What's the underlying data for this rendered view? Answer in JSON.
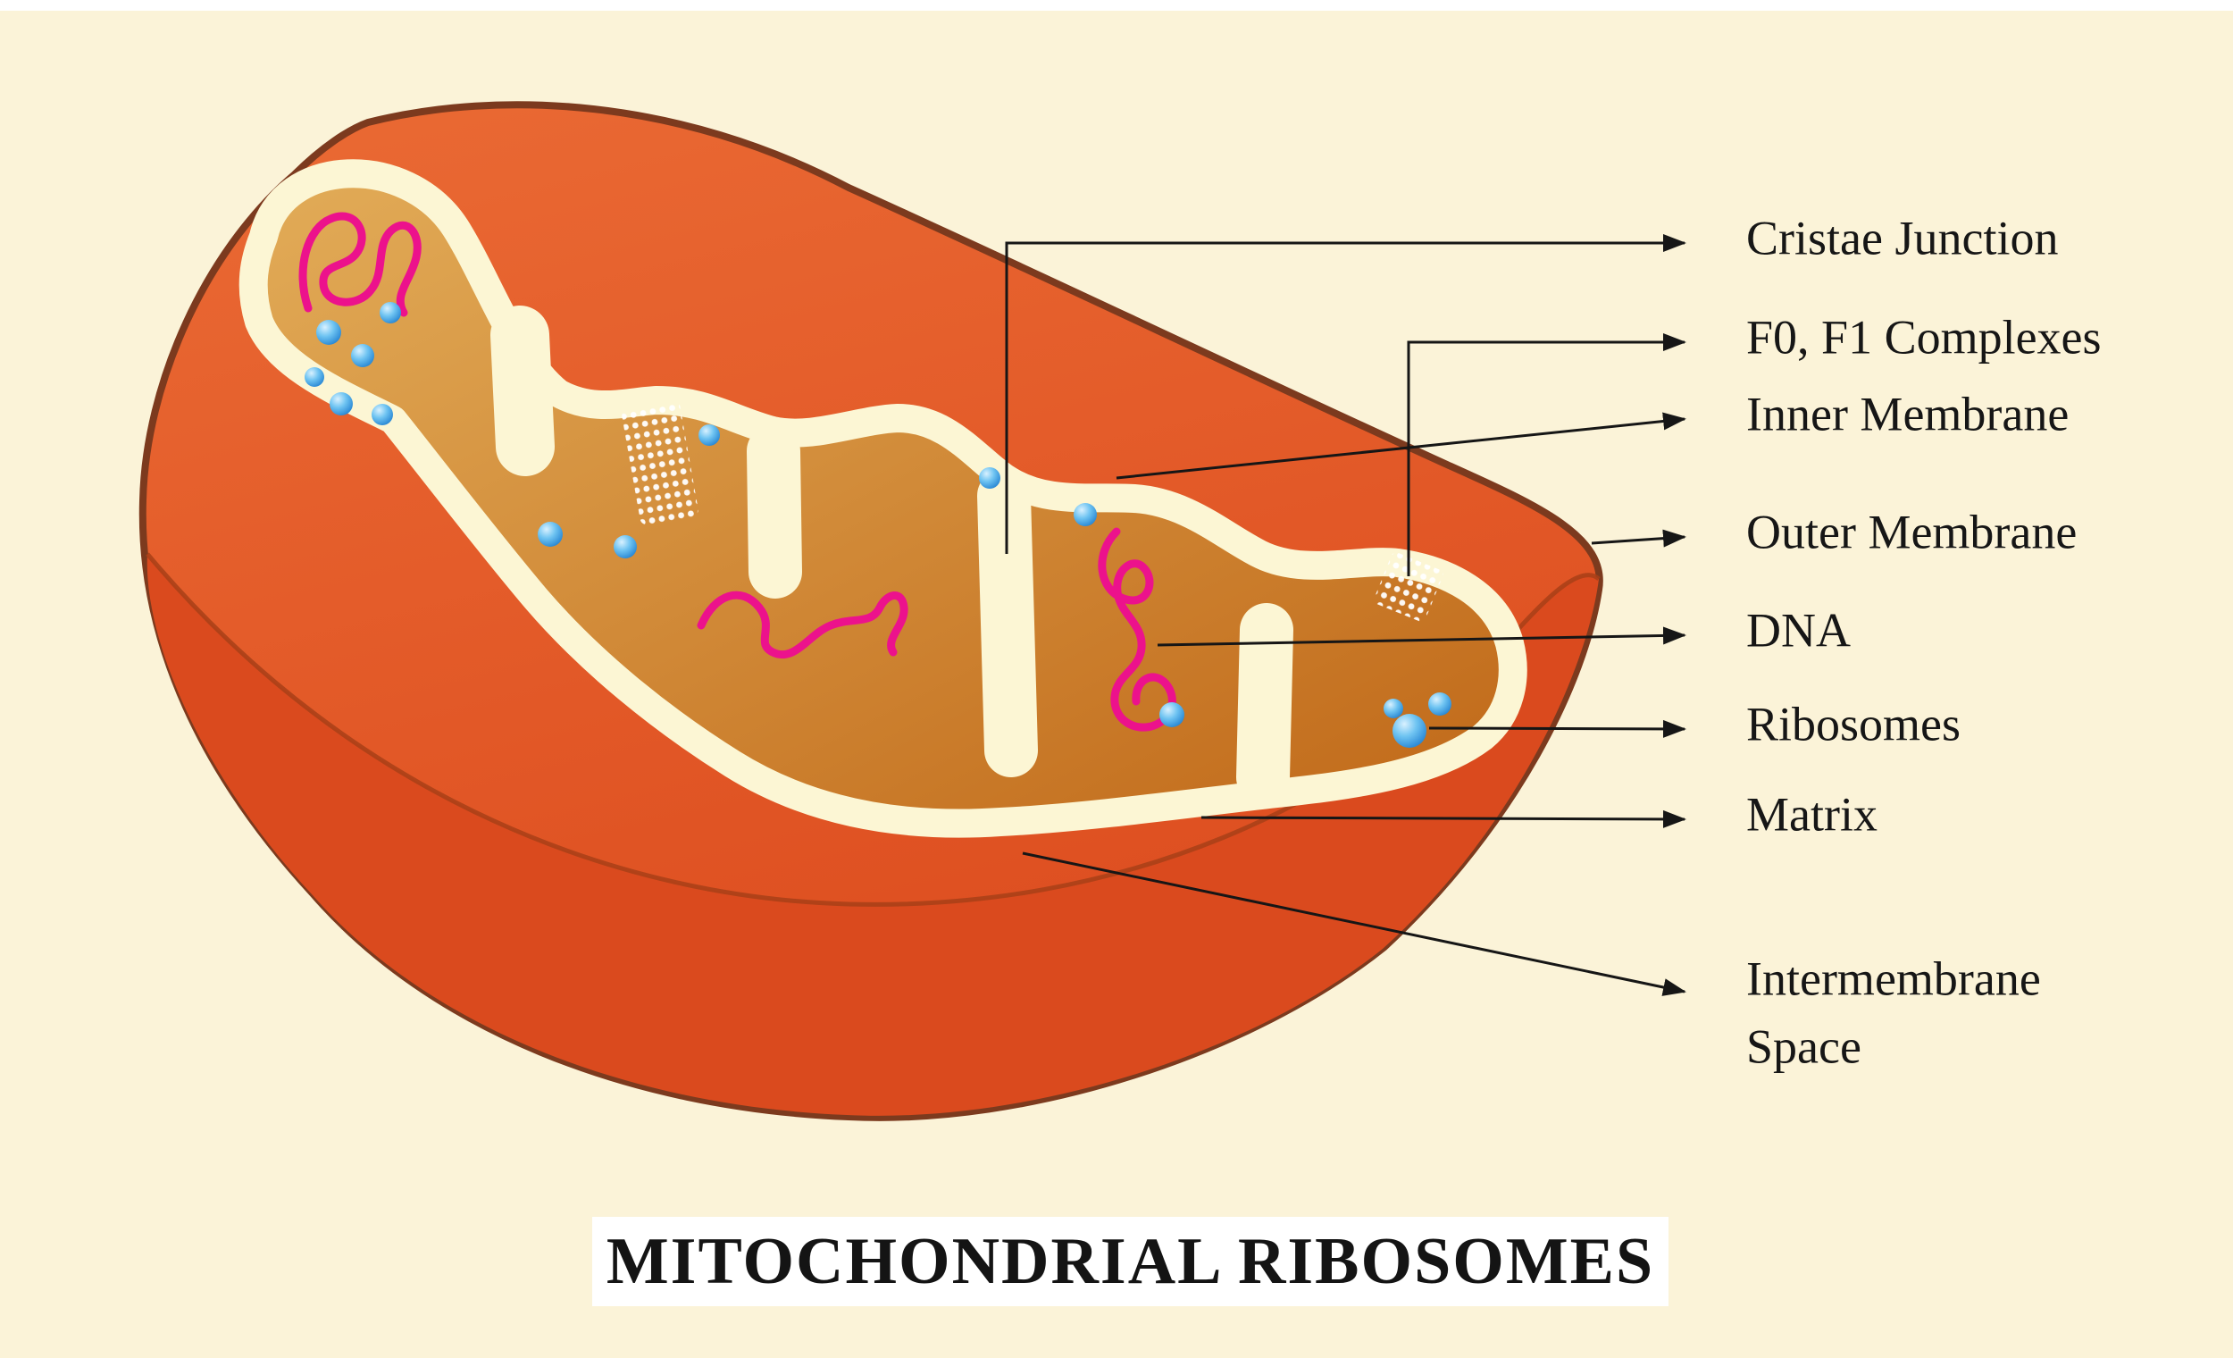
{
  "title": "MITOCHONDRIAL RIBOSOMES",
  "labels": {
    "cristae_junction": "Cristae Junction",
    "f0f1_complexes": "F0, F1 Complexes",
    "inner_membrane": "Inner Membrane",
    "outer_membrane": "Outer Membrane",
    "dna": "DNA",
    "ribosomes": "Ribosomes",
    "matrix": "Matrix",
    "intermembrane_line1": "Intermembrane",
    "intermembrane_line2": "Space"
  },
  "colors": {
    "background": "#FBF3D8",
    "outer_membrane_orange": "#E0542A",
    "outer_membrane_dark_rim": "#7C3A1E",
    "membrane_cream": "#FCF6D4",
    "matrix_brown": "#CE7D2E",
    "dna_pink": "#EC128C",
    "ribosome_blue": "#3FA9F5",
    "f0f1_white": "#FFFFFF",
    "line_black": "#161616"
  }
}
